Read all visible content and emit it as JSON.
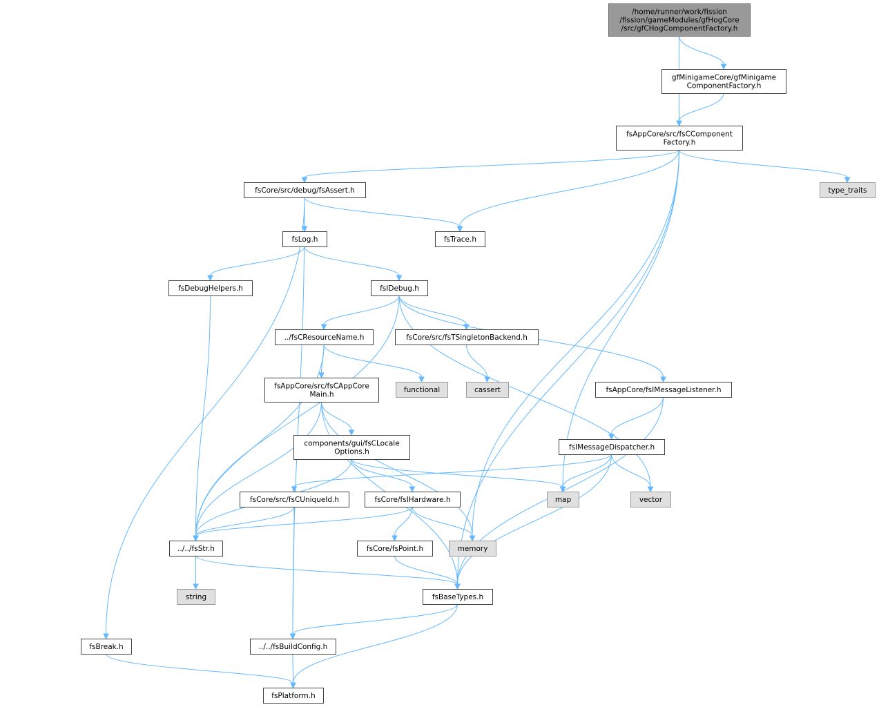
{
  "colors": {
    "node_fill": "#ffffff",
    "node_stroke": "#404040",
    "system_fill": "#e0e0e0",
    "system_stroke": "#999999",
    "root_fill": "#999999",
    "root_stroke": "#666666",
    "edge": "#63b8ff"
  },
  "nodes": [
    {
      "id": "root",
      "kind": "root",
      "lines": [
        "/home/runner/work/fission",
        "/fission/gameModules/gfHogCore",
        "/src/gfCHogComponentFactory.h"
      ]
    },
    {
      "id": "gfMinigame",
      "kind": "file",
      "lines": [
        "gfMinigameCore/gfMinigame",
        "ComponentFactory.h"
      ]
    },
    {
      "id": "fsCComponentFactory",
      "kind": "file",
      "lines": [
        "fsAppCore/src/fsCComponent",
        "Factory.h"
      ]
    },
    {
      "id": "fsAssert",
      "kind": "file",
      "lines": [
        "fsCore/src/debug/fsAssert.h"
      ]
    },
    {
      "id": "type_traits",
      "kind": "system",
      "lines": [
        "type_traits"
      ]
    },
    {
      "id": "fsLog",
      "kind": "file",
      "lines": [
        "fsLog.h"
      ]
    },
    {
      "id": "fsTrace",
      "kind": "file",
      "lines": [
        "fsTrace.h"
      ]
    },
    {
      "id": "fsDebugHelpers",
      "kind": "file",
      "lines": [
        "fsDebugHelpers.h"
      ]
    },
    {
      "id": "fsIDebug",
      "kind": "file",
      "lines": [
        "fsIDebug.h"
      ]
    },
    {
      "id": "fsCResourceName",
      "kind": "file",
      "lines": [
        "../fsCResourceName.h"
      ]
    },
    {
      "id": "fsTSingletonBackend",
      "kind": "file",
      "lines": [
        "fsCore/src/fsTSingletonBackend.h"
      ]
    },
    {
      "id": "fsCAppCoreMain",
      "kind": "file",
      "lines": [
        "fsAppCore/src/fsCAppCore",
        "Main.h"
      ]
    },
    {
      "id": "functional",
      "kind": "system",
      "lines": [
        "functional"
      ]
    },
    {
      "id": "cassert",
      "kind": "system",
      "lines": [
        "cassert"
      ]
    },
    {
      "id": "fsIMessageListener",
      "kind": "file",
      "lines": [
        "fsAppCore/fsIMessageListener.h"
      ]
    },
    {
      "id": "fsCLocaleOptions",
      "kind": "file",
      "lines": [
        "components/gui/fsCLocale",
        "Options.h"
      ]
    },
    {
      "id": "fsIMessageDispatcher",
      "kind": "file",
      "lines": [
        "fsIMessageDispatcher.h"
      ]
    },
    {
      "id": "fsCUniqueId",
      "kind": "file",
      "lines": [
        "fsCore/src/fsCUniqueId.h"
      ]
    },
    {
      "id": "fsIHardware",
      "kind": "file",
      "lines": [
        "fsCore/fsIHardware.h"
      ]
    },
    {
      "id": "map",
      "kind": "system",
      "lines": [
        "map"
      ]
    },
    {
      "id": "vector",
      "kind": "system",
      "lines": [
        "vector"
      ]
    },
    {
      "id": "fsStr",
      "kind": "file",
      "lines": [
        "../../fsStr.h"
      ]
    },
    {
      "id": "fsPoint",
      "kind": "file",
      "lines": [
        "fsCore/fsPoint.h"
      ]
    },
    {
      "id": "memory",
      "kind": "system",
      "lines": [
        "memory"
      ]
    },
    {
      "id": "string",
      "kind": "system",
      "lines": [
        "string"
      ]
    },
    {
      "id": "fsBaseTypes",
      "kind": "file",
      "lines": [
        "fsBaseTypes.h"
      ]
    },
    {
      "id": "fsBreak",
      "kind": "file",
      "lines": [
        "fsBreak.h"
      ]
    },
    {
      "id": "fsBuildConfig",
      "kind": "file",
      "lines": [
        "../../fsBuildConfig.h"
      ]
    },
    {
      "id": "fsPlatform",
      "kind": "file",
      "lines": [
        "fsPlatform.h"
      ]
    }
  ],
  "edges": [
    [
      "root",
      "gfMinigame"
    ],
    [
      "root",
      "fsCComponentFactory"
    ],
    [
      "gfMinigame",
      "fsCComponentFactory"
    ],
    [
      "fsCComponentFactory",
      "fsAssert"
    ],
    [
      "fsCComponentFactory",
      "fsTrace"
    ],
    [
      "fsCComponentFactory",
      "type_traits"
    ],
    [
      "fsCComponentFactory",
      "map"
    ],
    [
      "fsCComponentFactory",
      "memory"
    ],
    [
      "fsCComponentFactory",
      "fsBaseTypes"
    ],
    [
      "fsAssert",
      "fsLog"
    ],
    [
      "fsAssert",
      "fsTrace"
    ],
    [
      "fsAssert",
      "fsBreak"
    ],
    [
      "fsAssert",
      "fsBuildConfig"
    ],
    [
      "fsLog",
      "fsDebugHelpers"
    ],
    [
      "fsLog",
      "fsIDebug"
    ],
    [
      "fsDebugHelpers",
      "fsStr"
    ],
    [
      "fsIDebug",
      "fsCResourceName"
    ],
    [
      "fsIDebug",
      "fsTSingletonBackend"
    ],
    [
      "fsIDebug",
      "fsIMessageListener"
    ],
    [
      "fsIDebug",
      "fsStr"
    ],
    [
      "fsIDebug",
      "vector"
    ],
    [
      "fsCResourceName",
      "fsCAppCoreMain"
    ],
    [
      "fsCResourceName",
      "functional"
    ],
    [
      "fsCResourceName",
      "fsStr"
    ],
    [
      "fsTSingletonBackend",
      "cassert"
    ],
    [
      "fsCAppCoreMain",
      "fsCLocaleOptions"
    ],
    [
      "fsCAppCoreMain",
      "fsStr"
    ],
    [
      "fsCAppCoreMain",
      "memory"
    ],
    [
      "fsCAppCoreMain",
      "fsBaseTypes"
    ],
    [
      "fsIMessageListener",
      "fsIMessageDispatcher"
    ],
    [
      "fsIMessageListener",
      "fsBaseTypes"
    ],
    [
      "fsCLocaleOptions",
      "fsIHardware"
    ],
    [
      "fsCLocaleOptions",
      "map"
    ],
    [
      "fsCLocaleOptions",
      "fsStr"
    ],
    [
      "fsIMessageDispatcher",
      "fsCUniqueId"
    ],
    [
      "fsIMessageDispatcher",
      "map"
    ],
    [
      "fsIMessageDispatcher",
      "vector"
    ],
    [
      "fsIMessageDispatcher",
      "fsBaseTypes"
    ],
    [
      "fsCUniqueId",
      "fsStr"
    ],
    [
      "fsCUniqueId",
      "fsBuildConfig"
    ],
    [
      "fsIHardware",
      "fsPoint"
    ],
    [
      "fsIHardware",
      "memory"
    ],
    [
      "fsIHardware",
      "fsStr"
    ],
    [
      "fsStr",
      "string"
    ],
    [
      "fsStr",
      "fsBaseTypes"
    ],
    [
      "fsPoint",
      "fsBaseTypes"
    ],
    [
      "fsBaseTypes",
      "fsBuildConfig"
    ],
    [
      "fsBaseTypes",
      "fsPlatform"
    ],
    [
      "fsBreak",
      "fsPlatform"
    ],
    [
      "fsBuildConfig",
      "fsPlatform"
    ]
  ]
}
